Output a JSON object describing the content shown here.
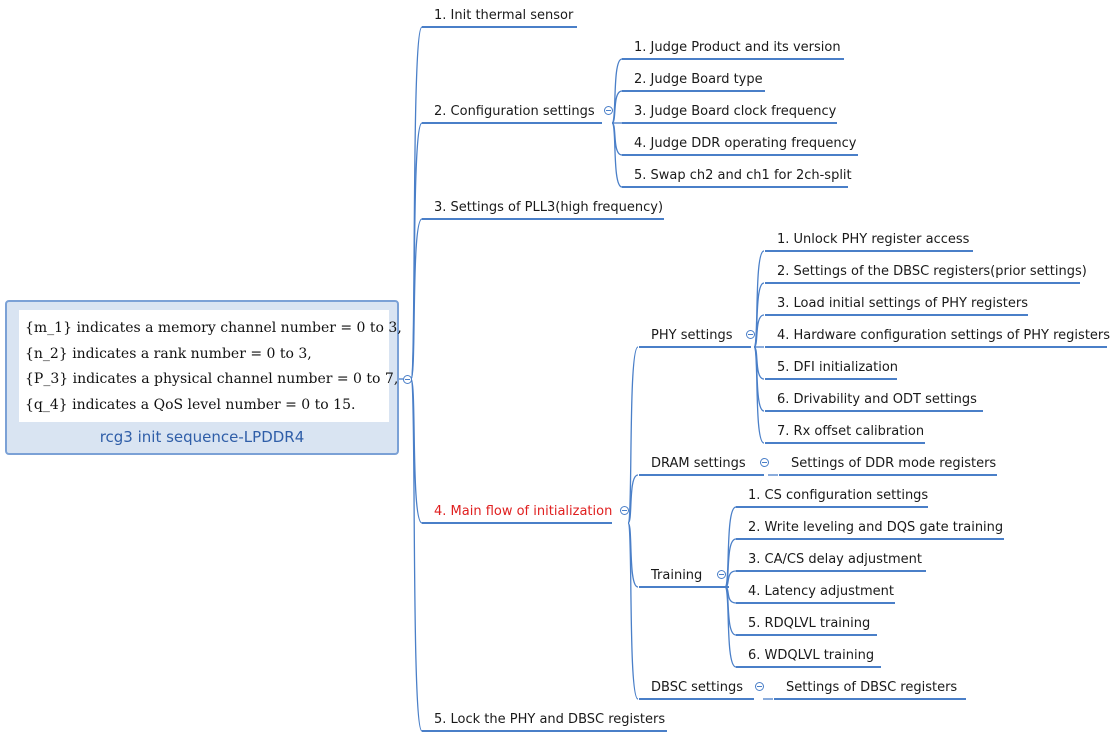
{
  "root": {
    "title": "rcg3 init sequence-LPDDR4",
    "notes": [
      "{m_1} indicates a memory channel number = 0 to 3,",
      "{n_2} indicates a rank number = 0 to 3,",
      "{P_3} indicates a physical channel number = 0 to 7,",
      "{q_4} indicates a QoS level number = 0 to 15."
    ]
  },
  "topics": {
    "init_thermal": "1. Init thermal sensor",
    "configuration": {
      "label": "2. Configuration settings",
      "children": [
        "1. Judge Product and its version",
        "2. Judge Board type",
        "3. Judge Board clock frequency",
        "4. Judge DDR operating frequency",
        "5. Swap ch2 and ch1 for 2ch-split"
      ]
    },
    "pll3": "3. Settings of PLL3(high frequency)",
    "main_flow": {
      "label": "4. Main flow of initialization",
      "color": "#e02020",
      "phy": {
        "label": "PHY settings",
        "children": [
          "1. Unlock PHY register access",
          "2. Settings of the DBSC registers(prior settings)",
          "3. Load initial settings of PHY registers",
          "4. Hardware configuration settings of PHY registers",
          "5. DFI initialization",
          "6. Drivability and ODT settings",
          "7. Rx offset calibration"
        ]
      },
      "dram": {
        "label": "DRAM settings",
        "children": [
          "Settings of DDR mode registers"
        ]
      },
      "training": {
        "label": "Training",
        "children": [
          "1. CS configuration settings",
          "2. Write leveling and DQS gate training",
          "3. CA/CS delay adjustment",
          "4. Latency adjustment",
          "5. RDQLVL training",
          "6. WDQLVL training"
        ]
      },
      "dbsc": {
        "label": "DBSC settings",
        "children": [
          "Settings of DBSC registers"
        ]
      }
    },
    "lock": "5. Lock the PHY and DBSC registers"
  },
  "colors": {
    "line": "#4a7fc8",
    "highlight": "#e02020",
    "root_fill": "#d9e4f2"
  }
}
